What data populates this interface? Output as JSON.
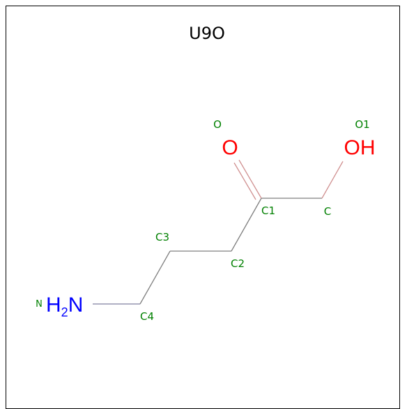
{
  "title": "U9O",
  "colors": {
    "bond": "#7f7f7f",
    "oxygen": "#ff0000",
    "nitrogen": "#0000ff",
    "atom_name": "#008000",
    "frame": "#000000"
  },
  "atoms": [
    {
      "name": "O",
      "symbol": "O"
    },
    {
      "name": "O1",
      "symbol": "OH"
    },
    {
      "name": "C1",
      "symbol": ""
    },
    {
      "name": "C",
      "symbol": ""
    },
    {
      "name": "C3",
      "symbol": ""
    },
    {
      "name": "C2",
      "symbol": ""
    },
    {
      "name": "C4",
      "symbol": ""
    },
    {
      "name": "N",
      "symbol": "H",
      "subscript": "2",
      "symbol_tail": "N"
    }
  ]
}
